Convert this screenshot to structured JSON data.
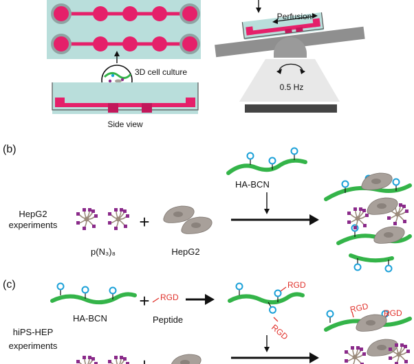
{
  "panel_a": {
    "culture_label": "3D cell culture",
    "side_view_label": "Side view",
    "perfusion_label": "Perfusion",
    "frequency_label": "0.5 Hz"
  },
  "panel_b": {
    "letter": "(b)",
    "row_label_1": "HepG2",
    "row_label_2": "experiments",
    "crosslinker_label": "p(N₃)₈",
    "cell_label": "HepG2",
    "polymer_label": "HA-BCN",
    "plus": "+"
  },
  "panel_c": {
    "letter": "(c)",
    "row_label_1": "hiPS-HEP",
    "row_label_2": "experiments",
    "polymer_label": "HA-BCN",
    "peptide_label": "Peptide",
    "rgd_label": "RGD",
    "plus": "+"
  },
  "colors": {
    "magenta": "#e5206a",
    "teal_bg": "#b9dedb",
    "green": "#34b449",
    "purple": "#8a2a8a",
    "cyan": "#1aa0d8",
    "cell_gray": "#a8a09a",
    "rgd_red": "#e0302a"
  }
}
